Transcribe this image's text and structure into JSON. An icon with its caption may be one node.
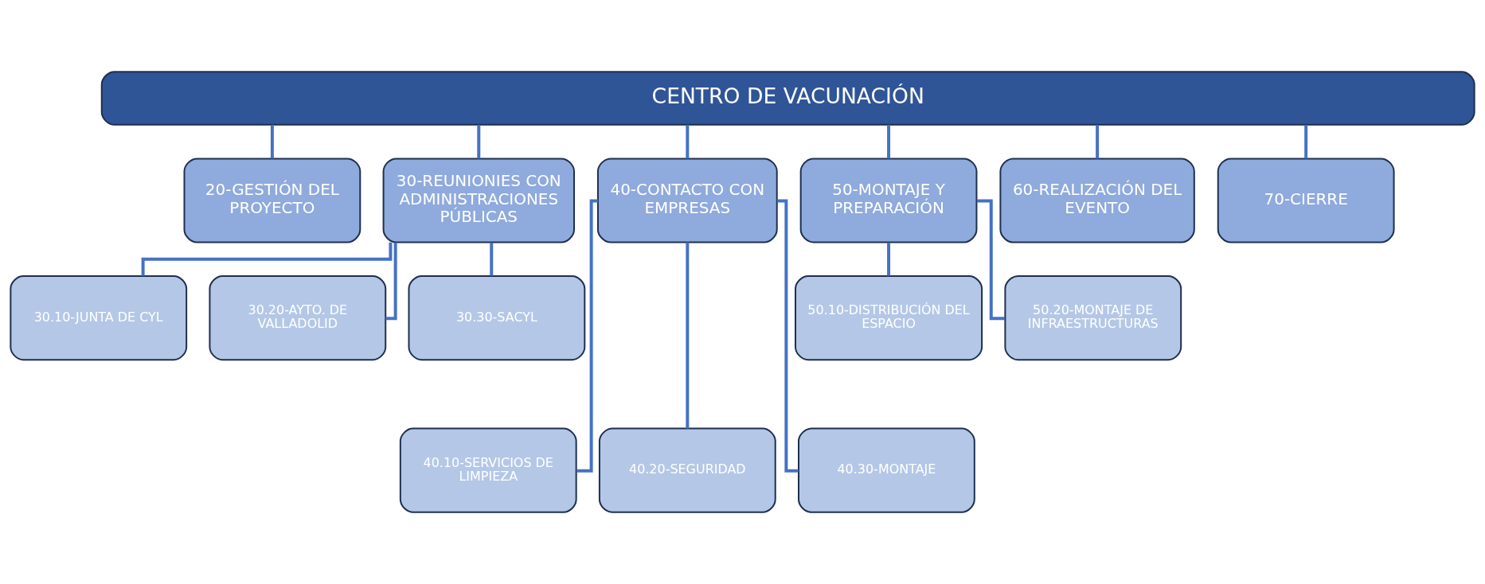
{
  "diagram": {
    "nodes": [
      {
        "text": [
          "CENTRO DE VACUNACIÓN"
        ]
      },
      {
        "text": [
          "20-GESTIÓN DEL PROYECTO"
        ]
      },
      {
        "text": [
          "30-REUNIONIES CON ADMINISTRACIONES PÚBLICAS"
        ]
      },
      {
        "text": [
          "40-CONTACTO CON EMPRESAS"
        ]
      },
      {
        "text": [
          "50-MONTAJE Y PREPARACIÓN"
        ]
      },
      {
        "text": [
          "60-REALIZACIÓN DEL EVENTO"
        ]
      },
      {
        "text": [
          "70-CIERRE"
        ]
      },
      {
        "text": [
          "30.10-JUNTA DE CYL"
        ]
      },
      {
        "text": [
          "30.20-AYTO. DE VALLADOLID"
        ]
      },
      {
        "text": [
          "30.30-SACYL"
        ]
      },
      {
        "text": [
          "50.10-DISTRIBUCIÓN DEL ESPACIO"
        ]
      },
      {
        "text": [
          "50.20-MONTAJE DE INFRAESTRUCTURAS"
        ]
      },
      {
        "text": [
          "40.10-SERVICIOS DE LIMPIEZA"
        ]
      },
      {
        "text": [
          "40.20-SEGURIDAD"
        ]
      },
      {
        "text": [
          "40.30-MONTAJE"
        ]
      }
    ],
    "edges": [
      {
        "from": 0,
        "to": 1,
        "arrow": "none"
      },
      {
        "from": 0,
        "to": 2,
        "arrow": "none"
      },
      {
        "from": 0,
        "to": 3,
        "arrow": "none"
      },
      {
        "from": 0,
        "to": 4,
        "arrow": "none"
      },
      {
        "from": 0,
        "to": 5,
        "arrow": "none"
      },
      {
        "from": 0,
        "to": 6,
        "arrow": "none"
      },
      {
        "from": 2,
        "to": 7,
        "arrow": "none"
      },
      {
        "from": 2,
        "to": 8,
        "arrow": "none"
      },
      {
        "from": 2,
        "to": 9,
        "arrow": "none"
      },
      {
        "from": 4,
        "to": 10,
        "arrow": "none"
      },
      {
        "from": 4,
        "to": 11,
        "arrow": "none"
      },
      {
        "from": 3,
        "to": 12,
        "arrow": "none"
      },
      {
        "from": 3,
        "to": 13,
        "arrow": "none"
      },
      {
        "from": 3,
        "to": 14,
        "arrow": "none"
      }
    ]
  }
}
